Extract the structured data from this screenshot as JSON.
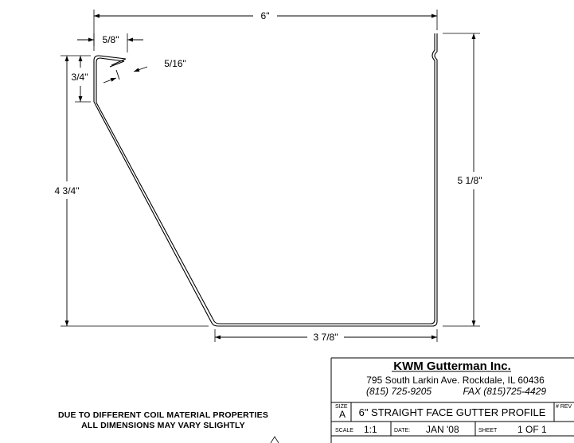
{
  "dimensions": {
    "width_top": "6\"",
    "lip_width": "5/8\"",
    "hem": "5/16\"",
    "lip_height": "3/4\"",
    "front_height": "4 3/4\"",
    "back_height": "5 1/8\"",
    "bottom_width": "3 7/8\""
  },
  "note": {
    "line1": "DUE TO DIFFERENT COIL MATERIAL PROPERTIES",
    "line2": "ALL DIMENSIONS MAY VARY SLIGHTLY"
  },
  "title_block": {
    "company": "KWM Gutterman Inc.",
    "address": "795 South Larkin Ave. Rockdale, IL 60436",
    "phone": "(815) 725-9205",
    "fax": "FAX (815)725-4429",
    "size_label": "SIZE",
    "size_value": "A",
    "drawing_title": "6\" STRAIGHT FACE GUTTER PROFILE",
    "rev_label": "# REV",
    "scale_label": "SCALE",
    "scale_value": "1:1",
    "date_label": "DATE:",
    "date_value": "JAN '08",
    "sheet_label": "SHEET",
    "sheet_value": "1 OF 1"
  }
}
